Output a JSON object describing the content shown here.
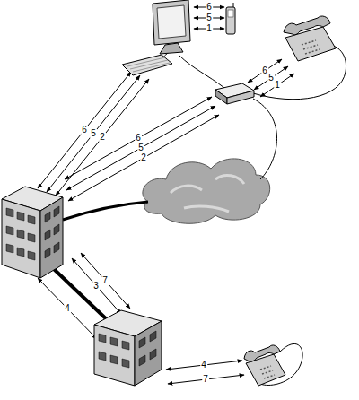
{
  "diagram": {
    "labels": [
      "6",
      "5",
      "1",
      "6",
      "5",
      "1",
      "6",
      "5",
      "2",
      "6",
      "5",
      "2",
      "3",
      "7",
      "4",
      "4",
      "7"
    ]
  }
}
